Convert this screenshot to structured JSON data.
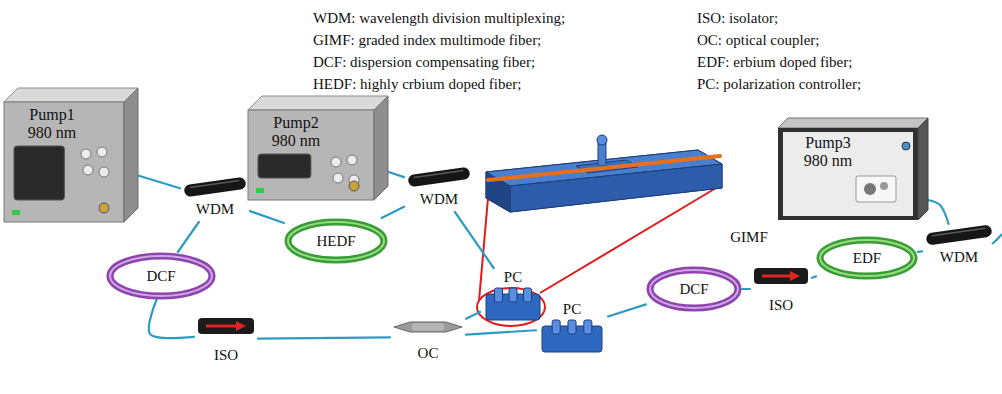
{
  "diagram": {
    "nodes": [
      {
        "text": [
          "Pump1",
          "980 nm"
        ]
      },
      {
        "text": [
          "WDM"
        ]
      },
      {
        "text": [
          "HEDF"
        ]
      },
      {
        "text": [
          "Pump2",
          "980 nm"
        ]
      },
      {
        "text": [
          "WDM"
        ]
      },
      {
        "text": [
          "PC"
        ]
      },
      {
        "text": [
          "GIMF"
        ]
      },
      {
        "text": [
          "DCF"
        ]
      },
      {
        "text": [
          "ISO"
        ]
      },
      {
        "text": [
          "OC"
        ]
      },
      {
        "text": [
          "PC"
        ]
      },
      {
        "text": [
          "DCF"
        ]
      },
      {
        "text": [
          "ISO"
        ]
      },
      {
        "text": [
          "EDF"
        ]
      },
      {
        "text": [
          "WDM"
        ]
      },
      {
        "text": [
          "Pump3",
          "980 nm"
        ]
      }
    ],
    "edges": [
      {
        "from": 0,
        "to": 1,
        "arrow": "none"
      },
      {
        "from": 1,
        "to": 2,
        "arrow": "none"
      },
      {
        "from": 2,
        "to": 4,
        "arrow": "none"
      },
      {
        "from": 3,
        "to": 4,
        "arrow": "none"
      },
      {
        "from": 4,
        "to": 5,
        "arrow": "none"
      },
      {
        "from": 1,
        "to": 7,
        "arrow": "none"
      },
      {
        "from": 7,
        "to": 8,
        "arrow": "none"
      },
      {
        "from": 8,
        "to": 9,
        "arrow": "none"
      },
      {
        "from": 9,
        "to": 5,
        "arrow": "none"
      },
      {
        "from": 9,
        "to": 10,
        "arrow": "none"
      },
      {
        "from": 10,
        "to": 11,
        "arrow": "none"
      },
      {
        "from": 11,
        "to": 12,
        "arrow": "none"
      },
      {
        "from": 12,
        "to": 13,
        "arrow": "none"
      },
      {
        "from": 13,
        "to": 14,
        "arrow": "none"
      },
      {
        "from": 15,
        "to": 14,
        "arrow": "none"
      }
    ],
    "labels": [
      "WDM: wavelength division multiplexing;",
      "GIMF: graded index multimode fiber;",
      "DCF: dispersion compensating fiber;",
      "HEDF: highly crbium doped fiber;",
      "ISO: isolator;",
      "OC: optical coupler;",
      "EDF: erbium doped fiber;",
      "PC: polarization controller;"
    ]
  }
}
